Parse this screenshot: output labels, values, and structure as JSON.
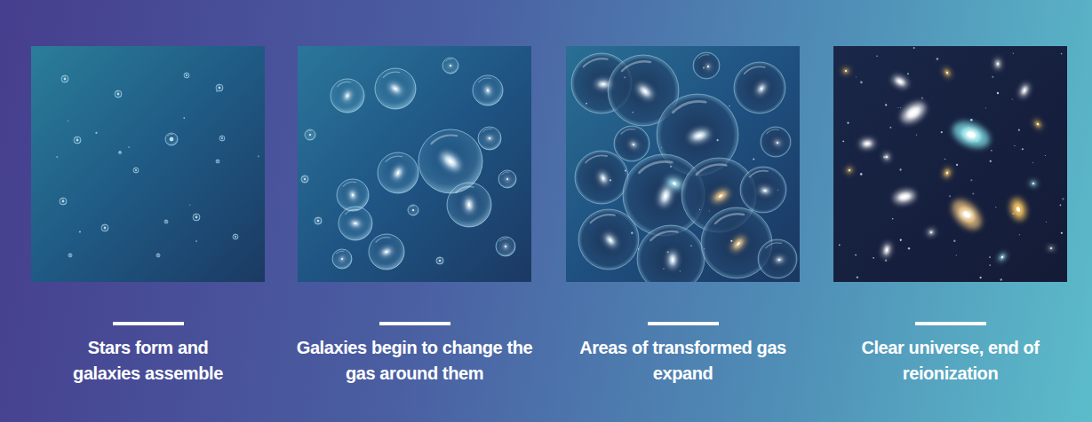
{
  "diagram": {
    "nodes": [
      {
        "text": [
          "Stars form and galaxies assemble"
        ]
      },
      {
        "text": [
          "Galaxies begin to change the gas around them"
        ]
      },
      {
        "text": [
          "Areas of transformed gas expand"
        ]
      },
      {
        "text": [
          "Clear universe, end of reionization"
        ]
      }
    ]
  }
}
